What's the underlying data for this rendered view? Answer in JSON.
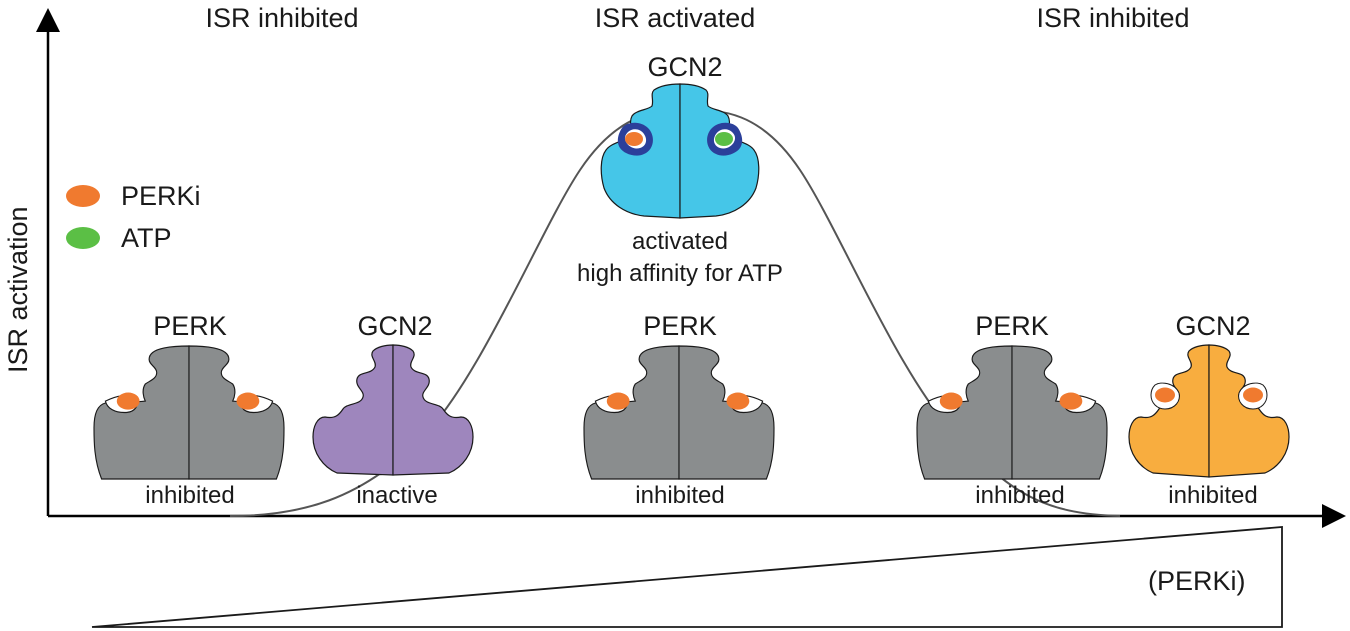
{
  "axes": {
    "y_label": "ISR activation",
    "increase_label": "(PERKi)"
  },
  "phases": [
    {
      "label": "ISR inhibited"
    },
    {
      "label": "ISR activated"
    },
    {
      "label": "ISR inhibited"
    }
  ],
  "legend": [
    {
      "label": "PERKi",
      "color": "#f07a2f"
    },
    {
      "label": "ATP",
      "color": "#5bbf45"
    }
  ],
  "proteins": [
    {
      "name": "PERK",
      "state": "inhibited",
      "color": "#8a8d8e",
      "ligand": "PERKi"
    },
    {
      "name": "GCN2",
      "state": "inactive",
      "color": "#9e86bd",
      "ligand": "none"
    },
    {
      "name": "GCN2",
      "state": "activated",
      "state2": "high affinity for ATP",
      "color": "#45c6e8",
      "ligand": "PERKi+ATP",
      "pocket_color": "#2b3f9a"
    },
    {
      "name": "PERK",
      "state": "inhibited",
      "color": "#8a8d8e",
      "ligand": "PERKi"
    },
    {
      "name": "PERK",
      "state": "inhibited",
      "color": "#8a8d8e",
      "ligand": "PERKi"
    },
    {
      "name": "GCN2",
      "state": "inhibited",
      "color": "#f8ad3f",
      "ligand": "PERKi"
    }
  ],
  "colors": {
    "line": "#555555",
    "axis": "#000000",
    "outline": "#1a1a1a"
  }
}
